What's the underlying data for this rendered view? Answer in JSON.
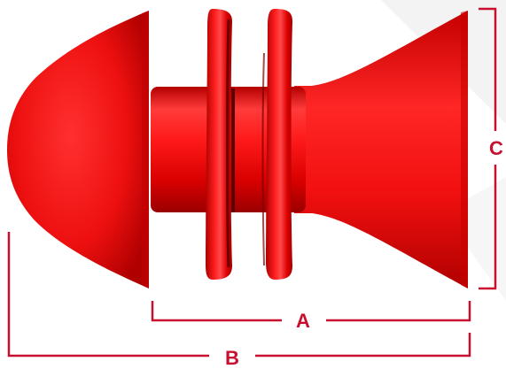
{
  "dimensions": {
    "a": {
      "label": "A"
    },
    "b": {
      "label": "B"
    },
    "c": {
      "label": "C"
    }
  },
  "colors": {
    "part_base": "#ee1111",
    "part_dark": "#a80000",
    "part_highlight": "#ff5a5a",
    "dimension": "#c8102e",
    "background_watermark": "#f2f2f2"
  }
}
